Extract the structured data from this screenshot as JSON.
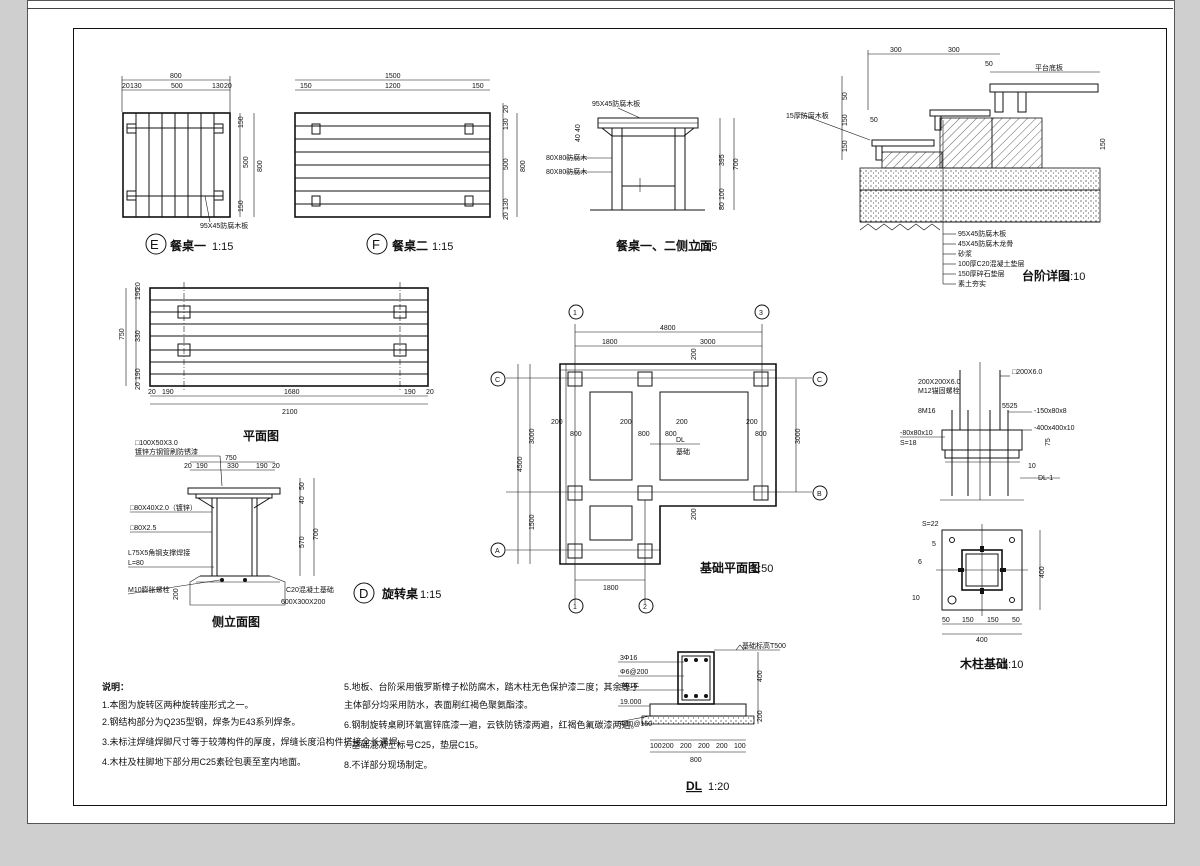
{
  "views": {
    "tableE": {
      "label": "E",
      "title": "餐桌一",
      "scale": "1:15",
      "dims_top": [
        "800",
        "20",
        "130",
        "500",
        "130",
        "20"
      ],
      "dims_right": [
        "150",
        "500",
        "150",
        "800"
      ],
      "leader": "95X45防腐木板"
    },
    "tableF": {
      "label": "F",
      "title": "餐桌二",
      "scale": "1:15",
      "dims_top": [
        "1500",
        "150",
        "1200",
        "150"
      ],
      "dims_right": [
        "20",
        "130",
        "500",
        "130",
        "20",
        "800"
      ]
    },
    "sideElev": {
      "title": "餐桌一、二侧立面",
      "scale": "1:15",
      "notes": [
        "95X45防腐木板",
        "80X80防腐木",
        "80X80防腐木"
      ],
      "dims_left": [
        "40",
        "40"
      ],
      "dims_right": [
        "395",
        "700",
        "100",
        "80"
      ]
    },
    "stepDetail": {
      "title": "台阶详图",
      "scale": "1:10",
      "dims_top": [
        "300",
        "300",
        "50"
      ],
      "dims_mid": [
        "50",
        "150",
        "50",
        "150",
        "150"
      ],
      "notes": [
        "平台底板",
        "15厚防腐木板",
        "95X45防腐木板",
        "45X45防腐木龙骨",
        "砂浆",
        "100厚C20混凝土垫层",
        "150厚碎石垫层",
        "素土夯实"
      ]
    },
    "planView": {
      "title": "平面图",
      "dims_left": [
        "750",
        "190",
        "330",
        "190",
        "20",
        "20"
      ],
      "dims_bottom": [
        "20",
        "190",
        "1680",
        "190",
        "20",
        "2100"
      ]
    },
    "sideElev2": {
      "title": "侧立面图",
      "notes": [
        "□100X50X3.0",
        "镀锌方钢管刷防锈漆",
        "□80X40X2.0（镀锌）",
        "□80X2.5",
        "L75X5角钢支撑焊接",
        "L=80",
        "M10膨胀螺栓",
        "C20混凝土基础",
        "600X300X200"
      ],
      "dims_top": [
        "750",
        "20",
        "190",
        "330",
        "190",
        "20"
      ],
      "dims_right": [
        "50",
        "40",
        "570",
        "700",
        "200"
      ]
    },
    "benchD": {
      "label": "D",
      "title": "旋转桌",
      "scale": "1:15"
    },
    "foundation": {
      "title": "基础平面图",
      "scale": "1:50",
      "axes": [
        "1",
        "3",
        "C",
        "C",
        "B",
        "A",
        "1",
        "2"
      ],
      "dims_top": [
        "4800",
        "1800",
        "3000"
      ],
      "dims_left": [
        "4500",
        "3000",
        "1500"
      ],
      "dims_right": [
        "3000"
      ],
      "dims_bottom": [
        "1800"
      ],
      "inner": [
        "200",
        "200",
        "200",
        "200",
        "800",
        "800",
        "800",
        "800",
        "200",
        "200"
      ],
      "label_dl": "DL",
      "label_mid": "基础"
    },
    "columnFoot": {
      "title": "木柱基础",
      "scale": "1:10",
      "notes": [
        "200X200X6.0",
        "M12锚固螺栓",
        "8M16",
        "-80x80x10",
        "S=18",
        "□200X6.0",
        "5525",
        "-150x80x8",
        "-400x400x10",
        "75",
        "10",
        "DL-1",
        "S=22",
        "5",
        "6",
        "10"
      ],
      "dims_bottom": [
        "50",
        "150",
        "150",
        "50",
        "400"
      ],
      "dims_right": [
        "400"
      ]
    },
    "dl": {
      "title": "DL",
      "scale": "1:20",
      "notes": [
        "3Φ16",
        "Φ6@200",
        "3Φ16",
        "19.000",
        "Φ10@150",
        "基础标高T500"
      ],
      "dims_bottom": [
        "100",
        "200",
        "200",
        "200",
        "200",
        "100",
        "800"
      ],
      "dims_right": [
        "400",
        "200"
      ]
    }
  },
  "notes": {
    "heading": "说明：",
    "col1": [
      "1.本图为旋转区两种旋转座形式之一。",
      "2.钢结构部分为Q235型钢，焊条为E43系列焊条。",
      "3.未标注焊缝焊脚尺寸等于较薄构件的厚度，焊缝长度沿构件搭接全长满焊。",
      "4.木柱及柱脚地下部分用C25素砼包裹至室内地面。"
    ],
    "col2": [
      "5.地板、台阶采用俄罗斯樟子松防腐木，踏木柱无色保护漆二度；其余等于",
      "主体部分均采用防水，表面刷红褐色聚氨酯漆。",
      "6.钢制旋转桌刷环氧富锌底漆一遍，云铁防锈漆两遍，红褐色氟碳漆两遍。",
      "7.基础混凝土标号C25，垫层C15。",
      "8.不详部分现场制定。"
    ]
  }
}
